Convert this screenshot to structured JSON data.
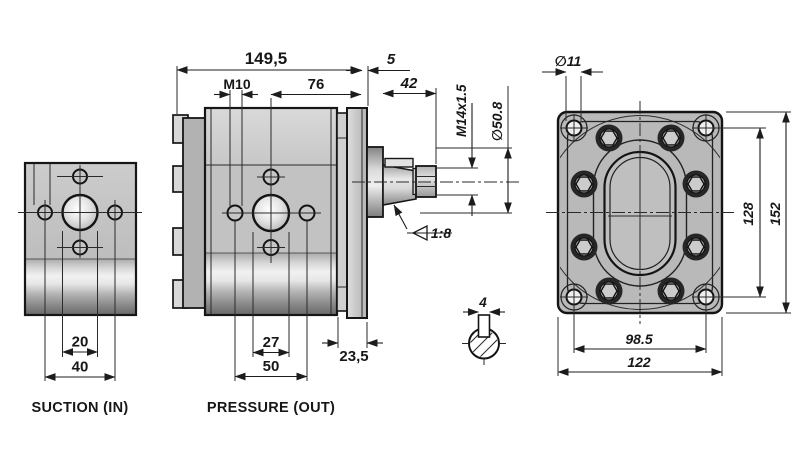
{
  "views": {
    "suction": {
      "label": "SUCTION (IN)",
      "dims": {
        "port_diameter": "20",
        "hole_spacing": "40"
      }
    },
    "pressure": {
      "label": "PRESSURE (OUT)",
      "dims": {
        "overall_length": "149,5",
        "mount_thread": "M10",
        "port_center_to_rear": "76",
        "rear_plate": "5",
        "shaft_length": "42",
        "shaft_thread": "M14x1.5",
        "pilot_diameter": "∅50.8",
        "shaft_taper": "1:8",
        "port_diameter": "27",
        "hole_spacing": "50",
        "cover_thickness": "23,5"
      }
    },
    "shaft_key": {
      "dims": {
        "key_width": "4"
      }
    },
    "flange": {
      "dims": {
        "corner_hole_diameter": "∅11",
        "bolt_pattern_height": "128",
        "flange_height": "152",
        "bolt_pattern_width": "98.5",
        "flange_width": "122"
      }
    }
  },
  "colors": {
    "highlight_red": "#cc1616",
    "line": "#171717"
  }
}
